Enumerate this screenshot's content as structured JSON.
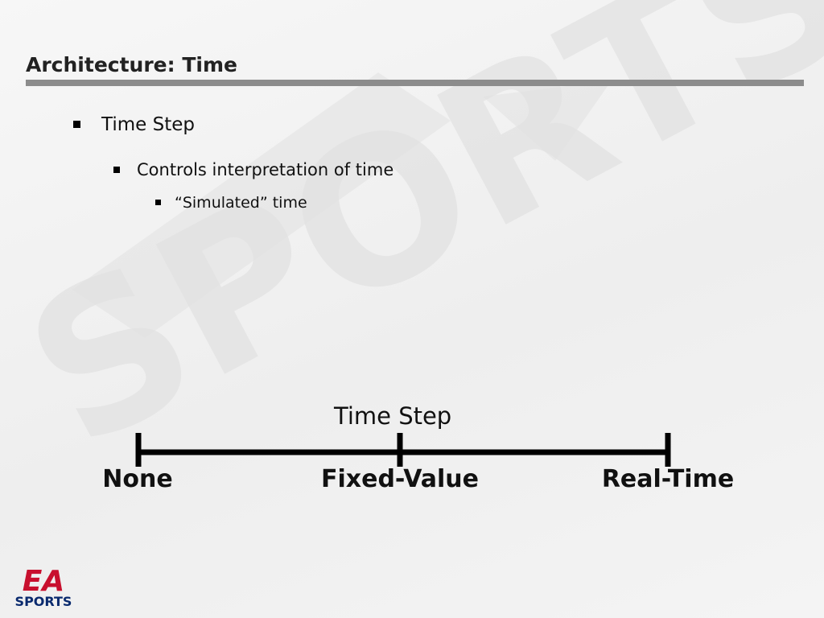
{
  "slide": {
    "title": "Architecture: Time",
    "bullets": [
      {
        "level": 1,
        "text": "Time Step"
      },
      {
        "level": 2,
        "text": "Controls interpretation of time"
      },
      {
        "level": 3,
        "text": "“Simulated” time"
      }
    ]
  },
  "diagram": {
    "title": "Time Step",
    "ticks": [
      {
        "label": "None"
      },
      {
        "label": "Fixed-Value"
      },
      {
        "label": "Real-Time"
      }
    ]
  },
  "logo": {
    "top_text": "EA",
    "bottom_text": "SPORTS"
  },
  "watermark": {
    "text": "SPORTS"
  },
  "colors": {
    "title_rule": "#8c8c8c",
    "logo_red": "#c8102e",
    "logo_blue": "#0a2a6e"
  }
}
